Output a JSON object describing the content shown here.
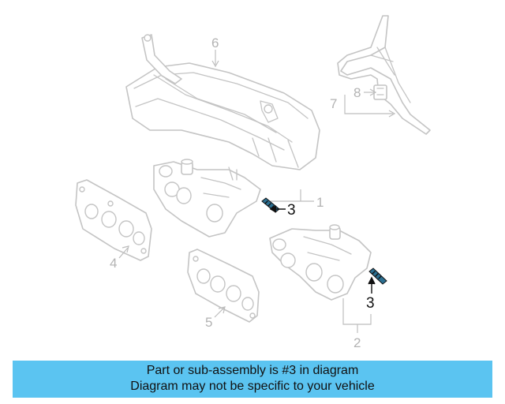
{
  "callouts": {
    "c1": "1",
    "c2": "2",
    "c3a": "3",
    "c3b": "3",
    "c4": "4",
    "c5": "5",
    "c6": "6",
    "c7": "7",
    "c8": "8"
  },
  "highlight_color": "#5bc4f1",
  "banner": {
    "line1": "Part or sub-assembly is #3 in diagram",
    "line2": "Diagram may not be specific to your vehicle"
  }
}
